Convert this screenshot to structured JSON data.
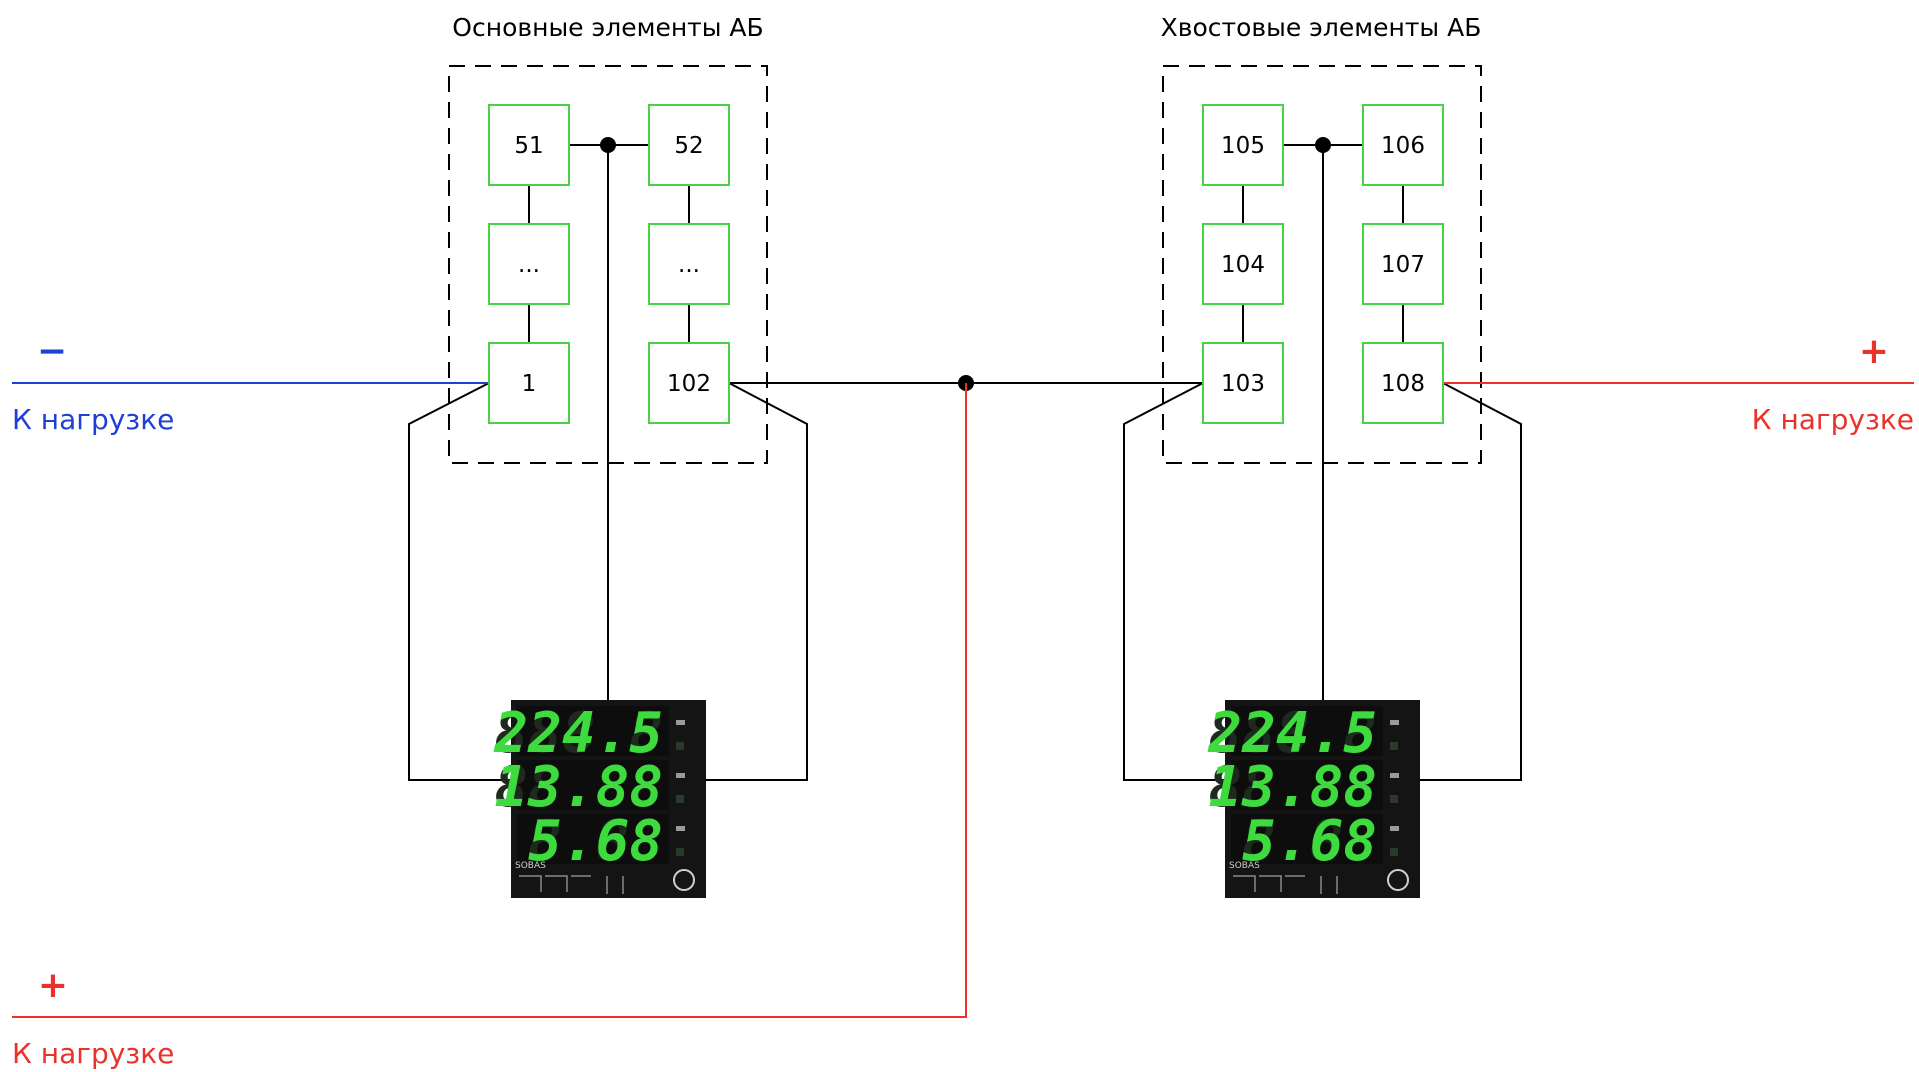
{
  "groups": {
    "main": {
      "title": "Основные элементы АБ"
    },
    "tail": {
      "title": "Хвостовые элементы АБ"
    }
  },
  "cells": {
    "c51": "51",
    "c52": "52",
    "c_mid_left": "...",
    "c_mid_right": "...",
    "c1": "1",
    "c102": "102",
    "c105": "105",
    "c106": "106",
    "c104": "104",
    "c107": "107",
    "c103": "103",
    "c108": "108"
  },
  "loads": {
    "minus_left": {
      "sign": "−",
      "label": "К нагрузке"
    },
    "plus_right": {
      "sign": "+",
      "label": "К нагрузке"
    },
    "plus_bottom": {
      "sign": "+",
      "label": "К нагрузке"
    }
  },
  "meters": {
    "left": {
      "v1": "224.5",
      "v2": "13.88",
      "v3": "5.68",
      "brand": "SOBAS"
    },
    "right": {
      "v1": "224.5",
      "v2": "13.88",
      "v3": "5.68",
      "brand": "SOBAS"
    }
  },
  "colors": {
    "cell_border": "#44d444",
    "minus_wire": "#1f3fd6",
    "plus_wire": "#e8322a",
    "wire": "#000000",
    "meter_body": "#141414",
    "meter_digits": "#3ddb3d"
  }
}
